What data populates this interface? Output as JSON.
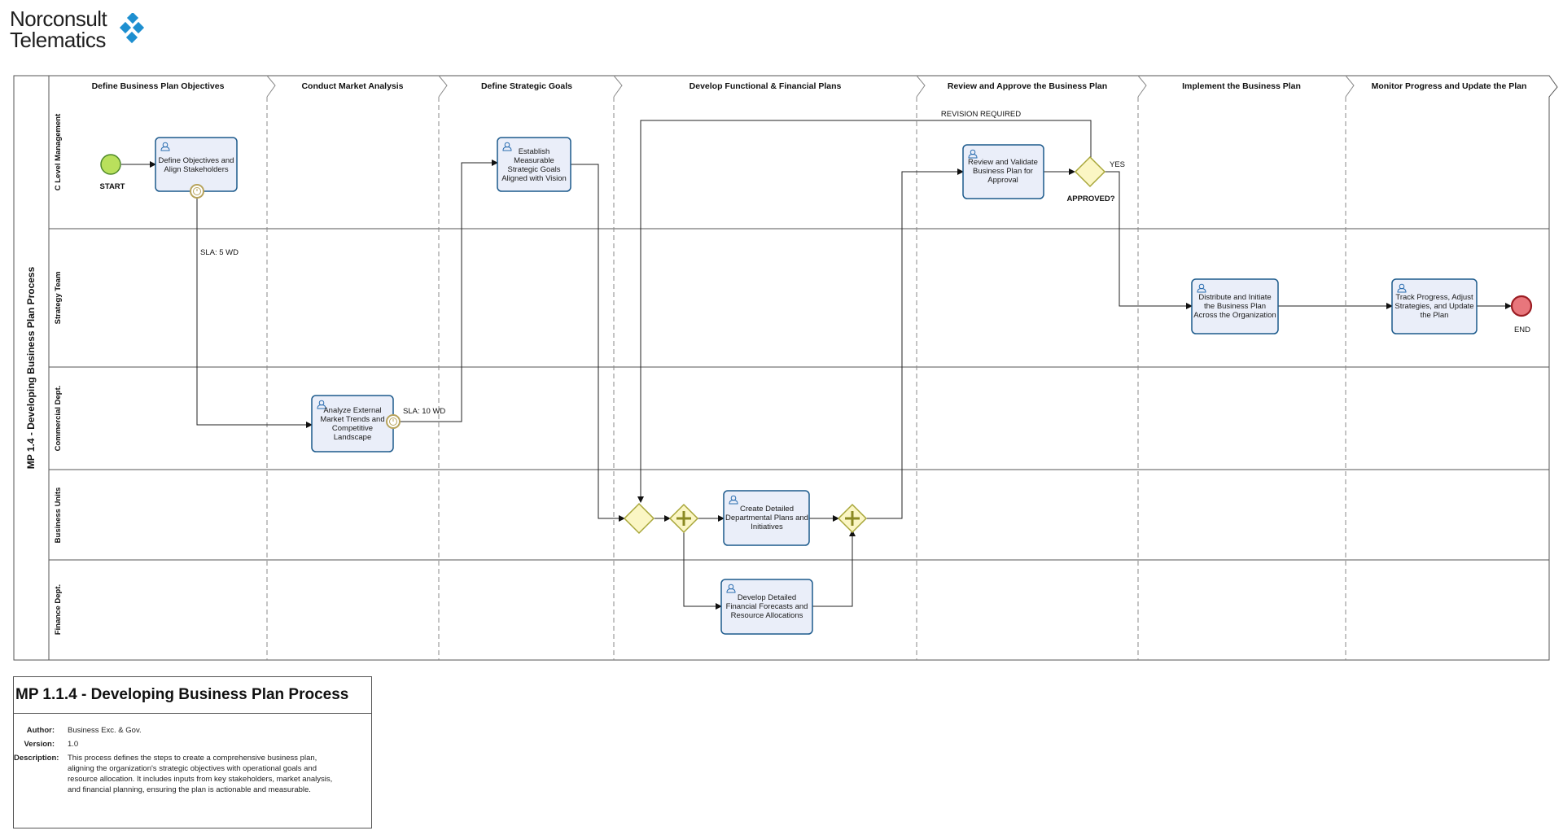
{
  "logo": {
    "line1": "Norconsult",
    "line2": "Telematics",
    "mark_color": "#1e8fd0"
  },
  "pool": {
    "title": "MP 1.4 - Developing Business Plan Process"
  },
  "phases": [
    "Define Business Plan Objectives",
    "Conduct Market Analysis",
    "Define Strategic Goals",
    "Develop Functional & Financial Plans",
    "Review and Approve the Business Plan",
    "Implement the Business Plan",
    "Monitor Progress and Update the Plan"
  ],
  "lanes": [
    "C  Level Management",
    "Strategy Team",
    "Commercial Dept.",
    "Business Units",
    "Finance Dept."
  ],
  "tasks": {
    "define_objectives": [
      "Define Objectives and",
      "Align Stakeholders"
    ],
    "analyze_market": [
      "Analyze External",
      "Market Trends and",
      "Competitive",
      "Landscape"
    ],
    "establish_goals": [
      "Establish",
      "Measurable",
      "Strategic Goals",
      "Aligned with Vision"
    ],
    "create_plans": [
      "Create Detailed",
      "Departmental Plans and",
      "Initiatives"
    ],
    "develop_forecasts": [
      "Develop Detailed",
      "Financial Forecasts and",
      "Resource Allocations"
    ],
    "review_validate": [
      "Review and Validate",
      "Business Plan for",
      "Approval"
    ],
    "distribute": [
      "Distribute and Initiate",
      "the Business Plan",
      "Across the Organization"
    ],
    "track_progress": [
      "Track Progress, Adjust",
      "Strategies, and Update",
      "the Plan"
    ]
  },
  "events": {
    "start": "START",
    "end": "END"
  },
  "labels": {
    "sla_5": "SLA: 5 WD",
    "sla_10": "SLA: 10 WD",
    "revision": "REVISION REQUIRED",
    "yes": "YES",
    "approved": "APPROVED?"
  },
  "colors": {
    "task_fill": "#eaeef9",
    "task_stroke": "#1c5a8c",
    "start_fill": "#b9e05c",
    "end_fill": "#e8767c",
    "gateway_fill": "#fbf6c4",
    "gateway_stroke": "#a8a63a",
    "timer": "#b7a35c"
  },
  "info": {
    "title": "MP 1.1.4 - Developing Business Plan Process",
    "author_label": "Author:",
    "author": "Business Exc. & Gov.",
    "version_label": "Version:",
    "version": "1.0",
    "description_label": "Description:",
    "description": "This process defines the steps to create a comprehensive business plan, aligning the organization's strategic objectives with operational goals and resource allocation. It includes inputs from key stakeholders, market analysis, and financial planning, ensuring the plan is actionable and measurable."
  }
}
